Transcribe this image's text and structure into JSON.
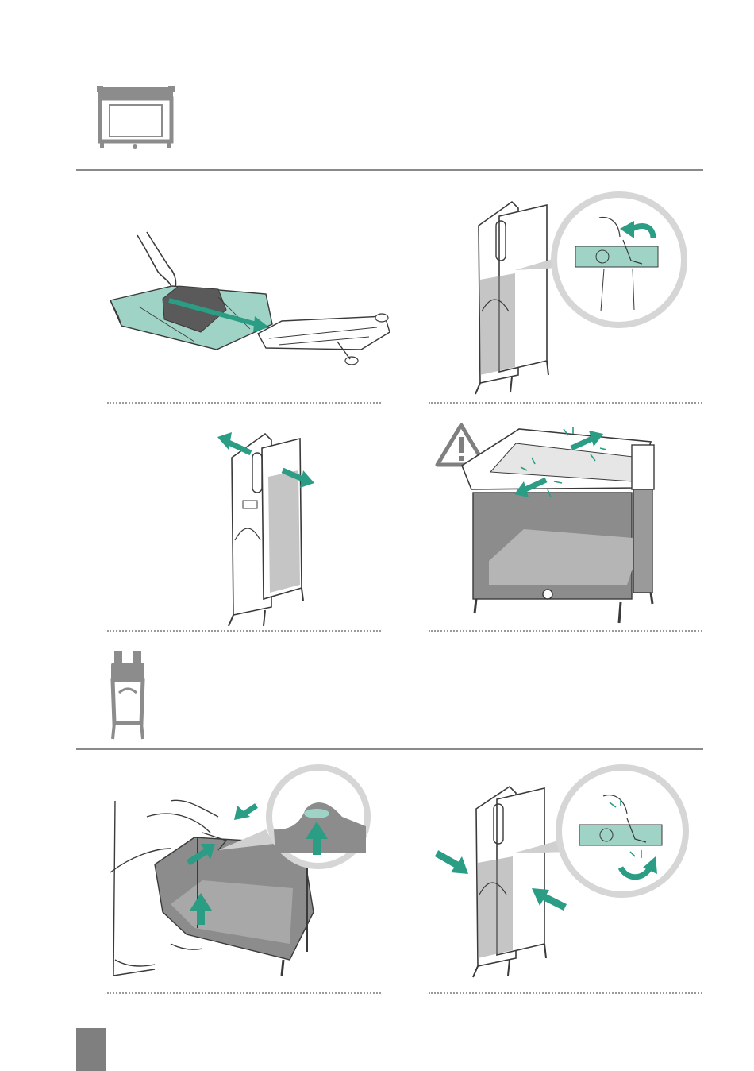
{
  "colors": {
    "accent": "#2a9d84",
    "accent_light": "#9fd3c6",
    "panel_gray": "#8c8c8c",
    "line": "#3a3a3a",
    "rule": "#8a8a8a",
    "page_tab": "#7f7f7f"
  },
  "sections": [
    {
      "icon": "unfolded-cot-icon",
      "steps": [
        {
          "id": "step-1",
          "illustration": "mattress-and-folded-frame"
        },
        {
          "id": "step-2",
          "illustration": "frame-with-strap-detail"
        },
        {
          "id": "step-3",
          "illustration": "frame-opening-arrows"
        },
        {
          "id": "step-4",
          "illustration": "open-cot-click-warning",
          "warning": true
        }
      ]
    },
    {
      "icon": "folded-cot-icon",
      "steps": [
        {
          "id": "step-5",
          "illustration": "lift-base-detail"
        },
        {
          "id": "step-6",
          "illustration": "fold-frame-strap-detail"
        }
      ]
    }
  ]
}
